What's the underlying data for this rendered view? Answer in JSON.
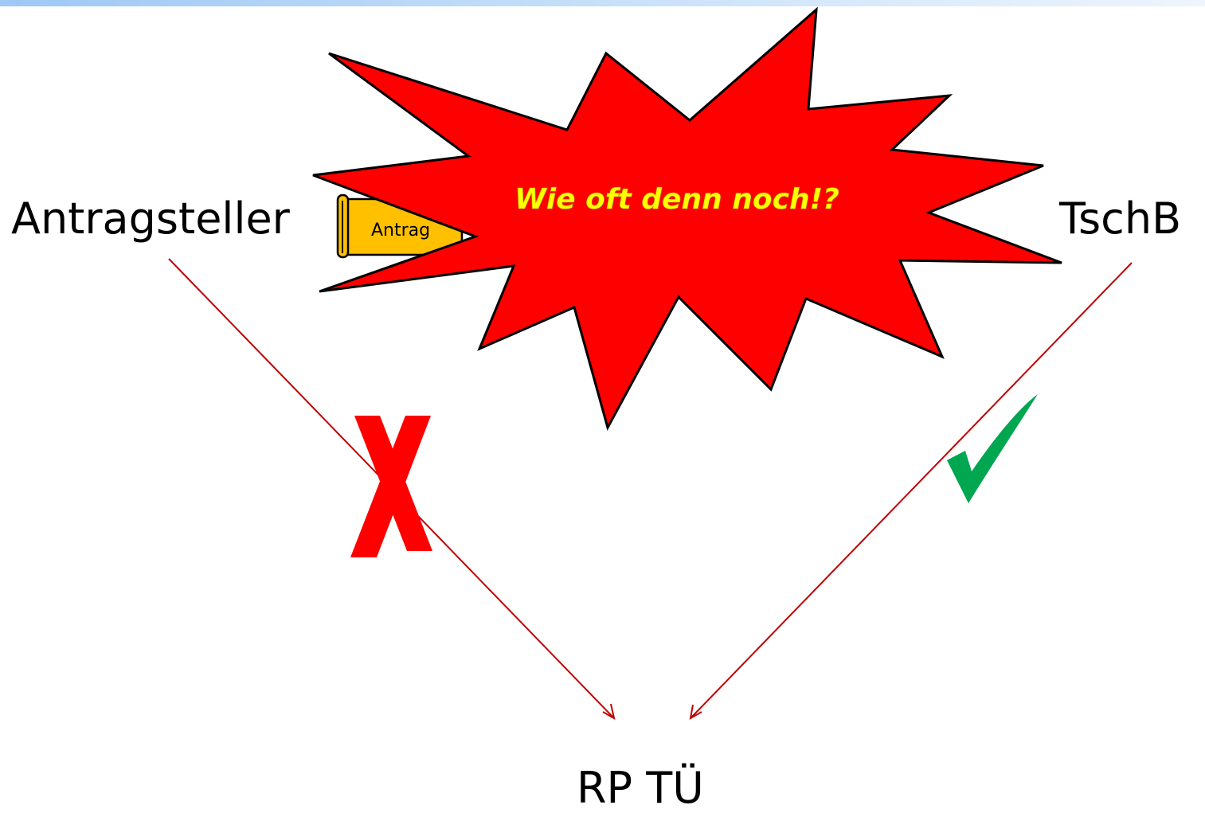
{
  "nodes": {
    "antragsteller": "Antragsteller",
    "tschb": "TschB",
    "rptu": "RP TÜ"
  },
  "scroll_tag": "Antrag",
  "burst_text": "Wie oft denn noch!?",
  "marks": {
    "left_path": "cross-icon",
    "right_path": "checkmark-icon"
  },
  "colors": {
    "burst_fill": "#ff0000",
    "burst_text": "#ffff00",
    "arrow": "#c00000",
    "cross": "#ff0000",
    "check": "#00a650",
    "scroll_fill": "#ffc000",
    "top_bar": "#9ec8f5"
  }
}
